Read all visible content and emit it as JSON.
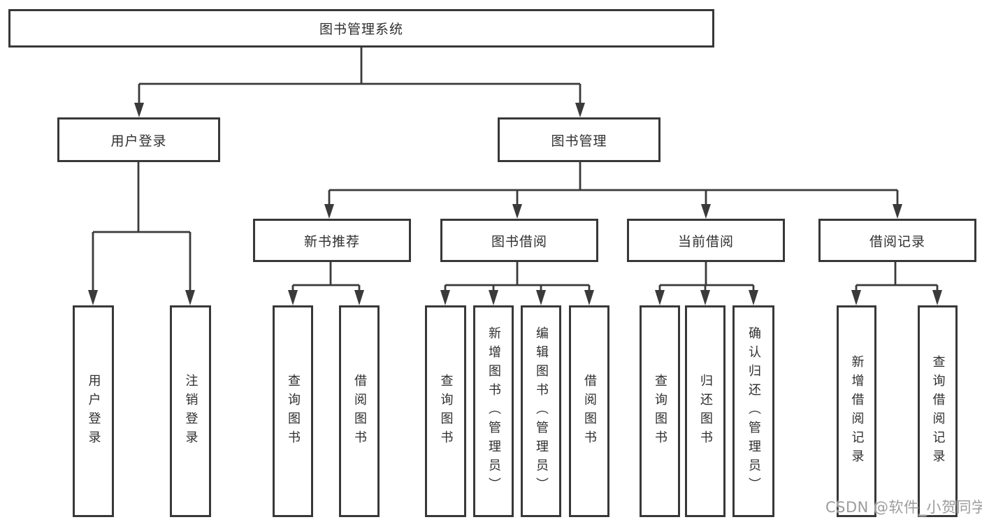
{
  "diagram": {
    "root": {
      "label": "图书管理系统"
    },
    "login": {
      "label": "用户登录",
      "children": [
        {
          "label": "用户登录"
        },
        {
          "label": "注销登录"
        }
      ]
    },
    "management": {
      "label": "图书管理",
      "groups": [
        {
          "label": "新书推荐",
          "children": [
            {
              "label": "查询图书"
            },
            {
              "label": "借阅图书"
            }
          ]
        },
        {
          "label": "图书借阅",
          "children": [
            {
              "label": "查询图书"
            },
            {
              "label": "新增图书（管理员）"
            },
            {
              "label": "编辑图书（管理员）"
            },
            {
              "label": "借阅图书"
            }
          ]
        },
        {
          "label": "当前借阅",
          "children": [
            {
              "label": "查询图书"
            },
            {
              "label": "归还图书"
            },
            {
              "label": "确认归还（管理员）"
            }
          ]
        },
        {
          "label": "借阅记录",
          "children": [
            {
              "label": "新增借阅记录"
            },
            {
              "label": "查询借阅记录"
            }
          ]
        }
      ]
    }
  },
  "watermark": {
    "text": "CSDN @软件_小贺同学"
  },
  "colors": {
    "line": "#3a3a3a",
    "box_border": "#383838",
    "box_fill": "#ffffff",
    "text": "#2f2f2f",
    "watermark": "#9c9c9c",
    "background": "#ffffff"
  }
}
